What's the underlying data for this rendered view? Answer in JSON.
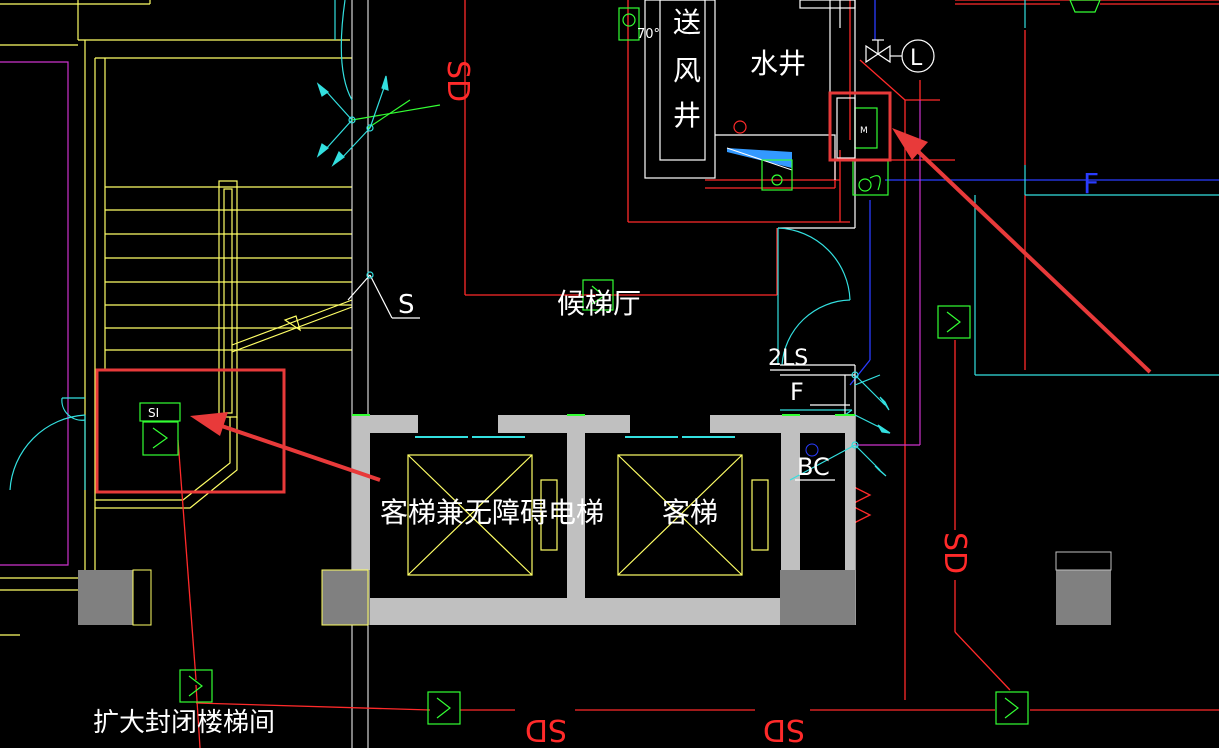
{
  "labels": {
    "supply_air_shaft": [
      "送",
      "风",
      "井"
    ],
    "temp_70": "70°",
    "water_shaft": "水井",
    "elevator_lobby": "候梯厅",
    "accessible_elevator": "客梯兼无障碍电梯",
    "passenger_elevator": "客梯",
    "enlarged_stairwell": "扩大封闭楼梯间",
    "sprinkler_s": "S",
    "sd_top": "SD",
    "sd_bottom_1": "SD",
    "sd_bottom_2": "SD",
    "sd_right": "SD",
    "f_right": "F",
    "two_ls": "2LS",
    "f_mid": "F",
    "bc": "BC",
    "si_tag": "SI",
    "meter_tag": "M",
    "l_circle": "L"
  },
  "colors": {
    "background": "#000000",
    "wall_yellow": "#ffff66",
    "pipe_red": "#ff2a2a",
    "pipe_blue": "#2a3cff",
    "cyan": "#33e0e0",
    "green": "#33ff33",
    "white": "#ffffff",
    "magenta": "#cc33cc",
    "gray_wall": "#c0c0c0",
    "dark_gray": "#808080",
    "annotation_red": "#e83a3a"
  },
  "icons": {
    "sprinkler": "sprinkler-symbol-icon",
    "valve": "gate-valve-icon",
    "arrow": "annotation-arrow-icon"
  }
}
